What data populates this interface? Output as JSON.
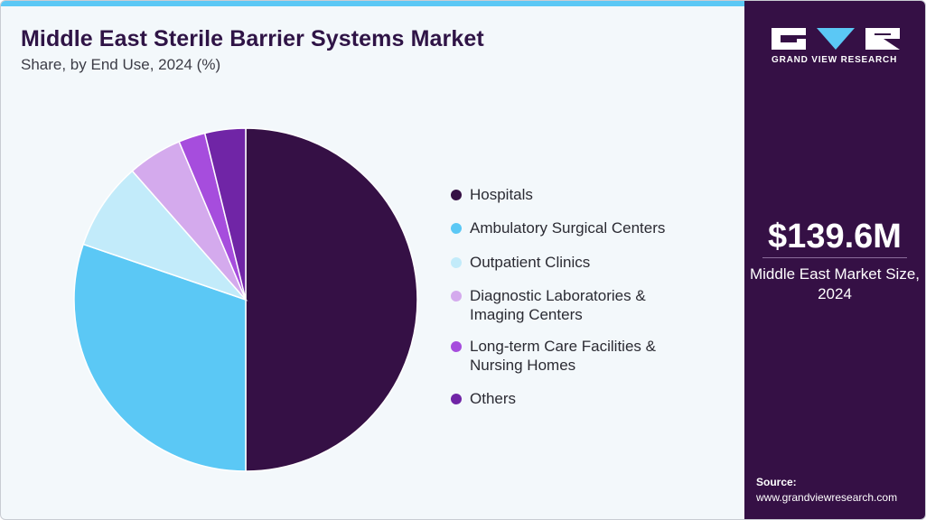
{
  "header": {
    "title": "Middle East Sterile Barrier Systems Market",
    "subtitle": "Share, by End Use, 2024 (%)"
  },
  "chart_data": {
    "type": "pie",
    "title": "Middle East Sterile Barrier Systems Market",
    "subtitle": "Share, by End Use, 2024 (%)",
    "legend_position": "right",
    "categories": [
      "Hospitals",
      "Ambulatory Surgical Centers",
      "Outpatient Clinics",
      "Diagnostic Laboratories & Imaging Centers",
      "Long-term Care Facilities & Nursing Homes",
      "Others"
    ],
    "values": [
      49.6,
      30.0,
      8.2,
      5.1,
      2.5,
      3.8
    ],
    "colors": [
      "#351045",
      "#5bc8f5",
      "#c2ebfa",
      "#d4aaed",
      "#a64ddd",
      "#7025a6"
    ]
  },
  "legend": {
    "items": [
      {
        "label": "Hospitals",
        "color": "#351045"
      },
      {
        "label": "Ambulatory Surgical Centers",
        "color": "#5bc8f5"
      },
      {
        "label": "Outpatient Clinics",
        "color": "#c2ebfa"
      },
      {
        "label": "Diagnostic Laboratories & Imaging Centers",
        "color": "#d4aaed"
      },
      {
        "label": "Long-term Care Facilities & Nursing Homes",
        "color": "#a64ddd"
      },
      {
        "label": "Others",
        "color": "#7025a6"
      }
    ]
  },
  "sidebar": {
    "logo_text": "GRAND VIEW RESEARCH",
    "market_value": "$139.6M",
    "market_label": "Middle East Market Size, 2024",
    "source_label": "Source:",
    "source_url": "www.grandviewresearch.com",
    "background_color": "#351045"
  }
}
